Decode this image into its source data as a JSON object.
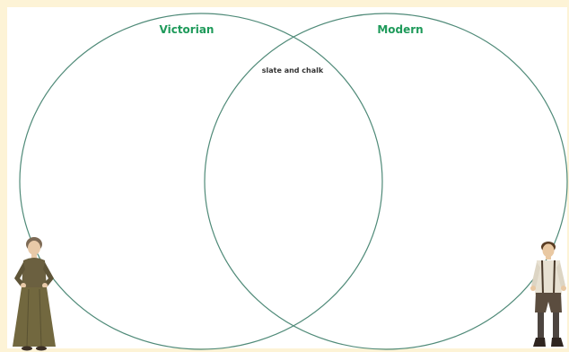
{
  "diagram": {
    "left_set_label": "Victorian",
    "right_set_label": "Modern",
    "intersection_items": [
      "slate and chalk"
    ]
  },
  "colors": {
    "page_background": "#fdf3d6",
    "circle_stroke": "#4f8a78",
    "set_label": "#1e9a5a"
  },
  "icons": {
    "left_figure": "victorian-woman-illustration",
    "right_figure": "victorian-boy-illustration"
  }
}
